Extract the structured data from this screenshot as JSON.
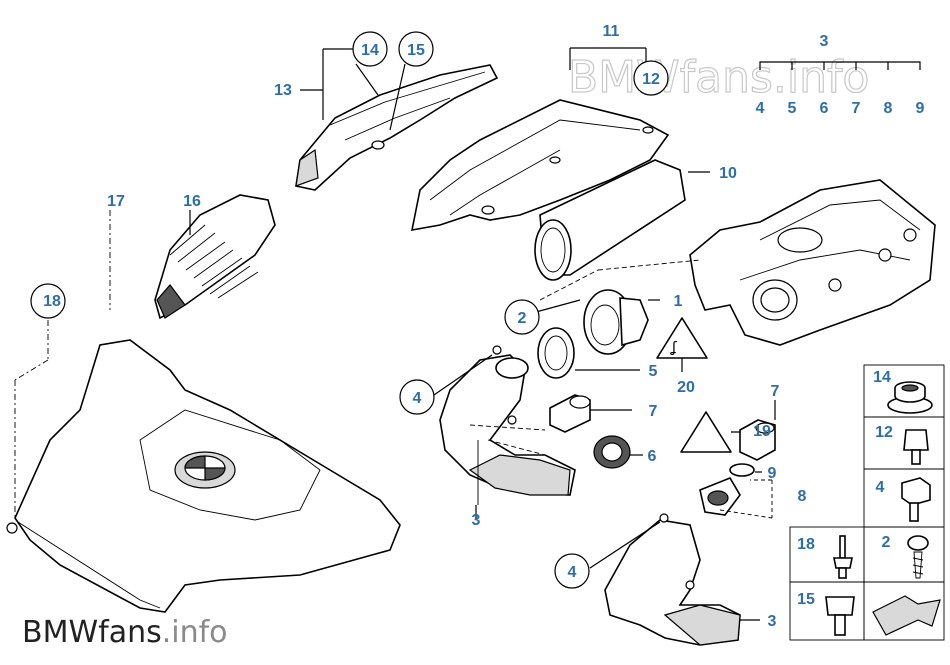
{
  "watermark_top": {
    "brand": "BMWfans",
    "suffix": ".info"
  },
  "watermark_bottom": {
    "brand": "BMWfans",
    "suffix": ".info"
  },
  "callouts": {
    "c1": "1",
    "c2": "2",
    "c3a": "3",
    "c3b": "3",
    "c3c": "3",
    "c4a": "4",
    "c4b": "4",
    "c4c": "4",
    "c5a": "5",
    "c5b": "5",
    "c6a": "6",
    "c6b": "6",
    "c7a": "7",
    "c7b": "7",
    "c7c": "7",
    "c8a": "8",
    "c8b": "8",
    "c9a": "9",
    "c9b": "9",
    "c10": "10",
    "c11": "11",
    "c12a": "12",
    "c12b": "12",
    "c13": "13",
    "c14a": "14",
    "c14b": "14",
    "c15a": "15",
    "c15b": "15",
    "c16": "16",
    "c17": "17",
    "c18a": "18",
    "c18b": "18",
    "c19": "19",
    "c20": "20",
    "c2b": "2"
  },
  "colors": {
    "callout": "#2e6ea8",
    "line": "#000000",
    "watermark_info": "#8a8a8a"
  }
}
